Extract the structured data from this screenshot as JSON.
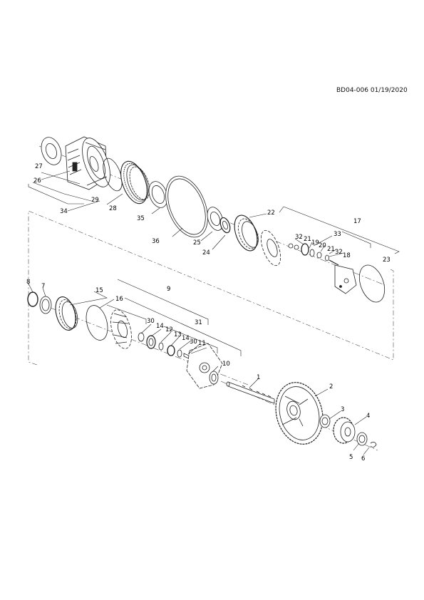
{
  "header": {
    "reference": "BD04-006 01/19/2020"
  },
  "callouts": [
    "1",
    "2",
    "3",
    "4",
    "5",
    "6",
    "7",
    "8",
    "9",
    "10",
    "11",
    "12",
    "13",
    "14",
    "14",
    "15",
    "16",
    "17",
    "18",
    "19",
    "20",
    "21",
    "21",
    "22",
    "23",
    "24",
    "25",
    "26",
    "27",
    "28",
    "29",
    "30",
    "30",
    "31",
    "32",
    "32",
    "33",
    "34",
    "35",
    "36"
  ],
  "colors": {
    "line": "#222222",
    "background": "#ffffff"
  }
}
